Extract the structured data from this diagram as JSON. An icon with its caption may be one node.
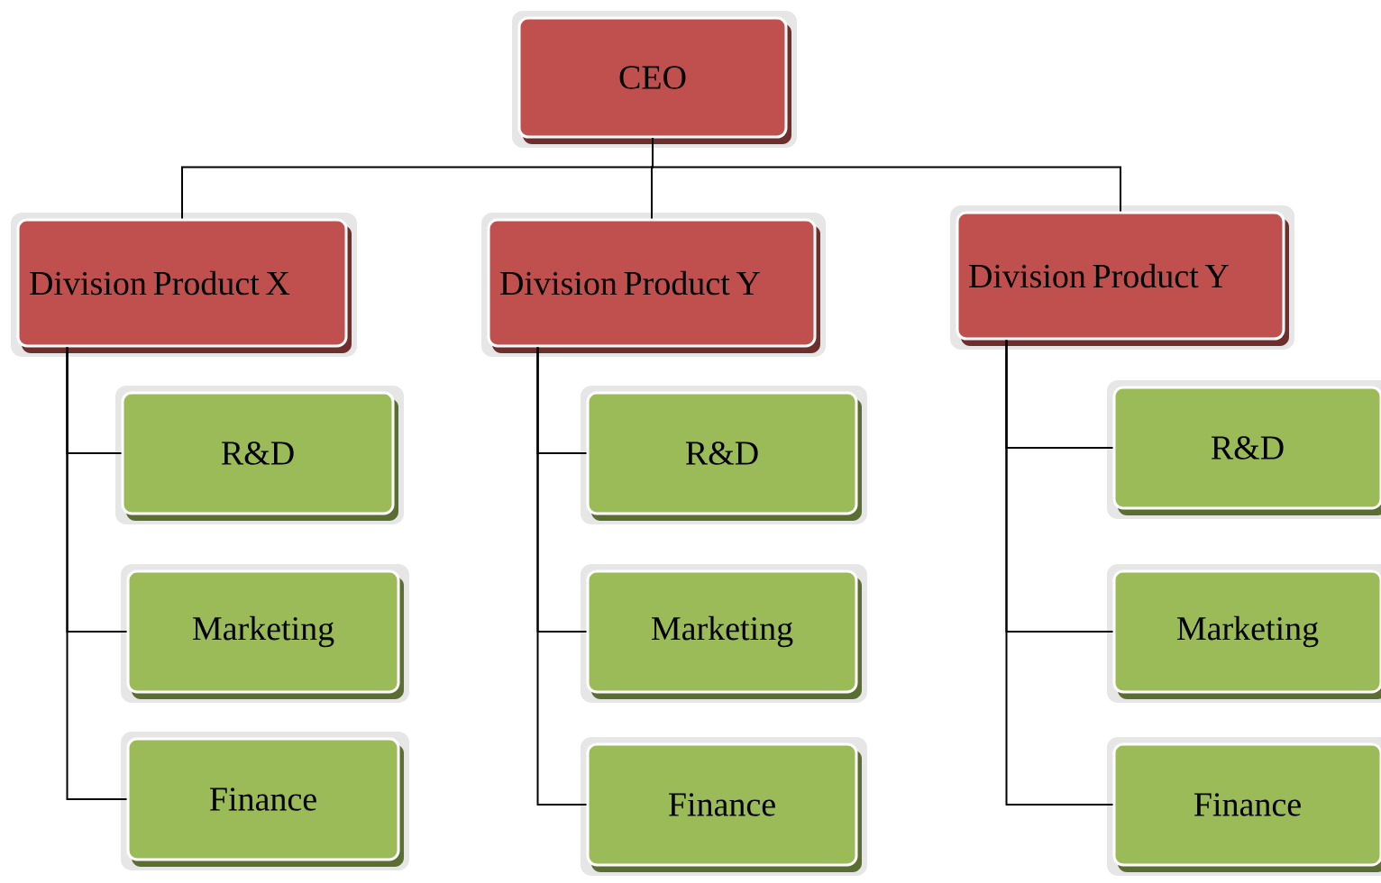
{
  "diagram": {
    "nodes": [
      {
        "text": [
          "CEO"
        ]
      },
      {
        "text": [
          "Division Product X"
        ]
      },
      {
        "text": [
          "Division Product Y"
        ]
      },
      {
        "text": [
          "Division Product Y"
        ]
      },
      {
        "text": [
          "R&D"
        ]
      },
      {
        "text": [
          "Marketing"
        ]
      },
      {
        "text": [
          "Finance"
        ]
      },
      {
        "text": [
          "R&D"
        ]
      },
      {
        "text": [
          "Marketing"
        ]
      },
      {
        "text": [
          "Finance"
        ]
      },
      {
        "text": [
          "R&D"
        ]
      },
      {
        "text": [
          "Marketing"
        ]
      },
      {
        "text": [
          "Finance"
        ]
      }
    ],
    "edges": [
      {
        "from": 0,
        "to": 1,
        "arrow": "none"
      },
      {
        "from": 0,
        "to": 2,
        "arrow": "none"
      },
      {
        "from": 0,
        "to": 3,
        "arrow": "none"
      },
      {
        "from": 1,
        "to": 4,
        "arrow": "none"
      },
      {
        "from": 1,
        "to": 5,
        "arrow": "none"
      },
      {
        "from": 1,
        "to": 6,
        "arrow": "none"
      },
      {
        "from": 2,
        "to": 7,
        "arrow": "none"
      },
      {
        "from": 2,
        "to": 8,
        "arrow": "none"
      },
      {
        "from": 2,
        "to": 9,
        "arrow": "none"
      },
      {
        "from": 3,
        "to": 10,
        "arrow": "none"
      },
      {
        "from": 3,
        "to": 11,
        "arrow": "none"
      },
      {
        "from": 3,
        "to": 12,
        "arrow": "none"
      }
    ]
  }
}
